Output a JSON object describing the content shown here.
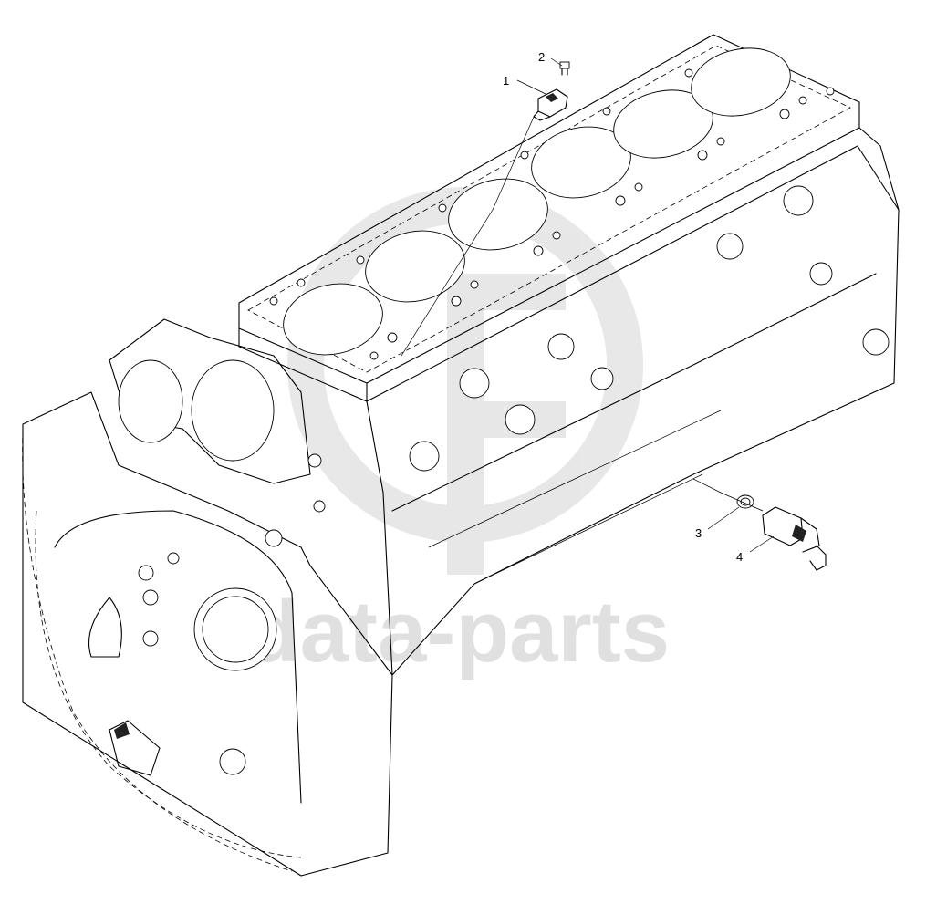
{
  "watermark": {
    "text": "data-parts",
    "logo": "gd-logo"
  },
  "callouts": [
    {
      "number": "1",
      "part": "sensor-top"
    },
    {
      "number": "2",
      "part": "screw"
    },
    {
      "number": "3",
      "part": "o-ring"
    },
    {
      "number": "4",
      "part": "sensor-side"
    }
  ],
  "colors": {
    "line": "#000000",
    "background": "#ffffff",
    "watermark": "#c8c8c8"
  }
}
